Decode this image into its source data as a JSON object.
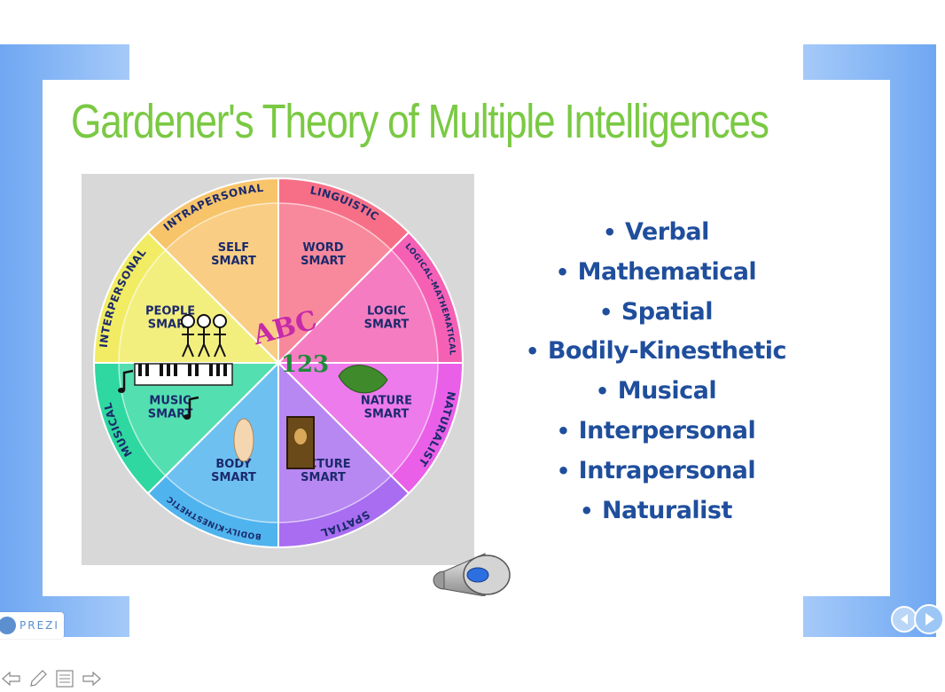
{
  "slide": {
    "title": "Gardener's Theory of Multiple Intelligences",
    "bullets": [
      "Verbal",
      "Mathematical",
      "Spatial",
      "Bodily-Kinesthetic",
      "Musical",
      "Interpersonal",
      "Intrapersonal",
      "Naturalist"
    ],
    "bullet_color": "#1f4e9c",
    "title_color": "#7ac943"
  },
  "wheel": {
    "segments": [
      {
        "outer": "LINGUISTIC",
        "inner1": "WORD",
        "inner2": "SMART",
        "color": "#f76f87"
      },
      {
        "outer": "LOGICAL-MATHEMATICAL",
        "inner1": "LOGIC",
        "inner2": "SMART",
        "color": "#f560b5"
      },
      {
        "outer": "NATURALIST",
        "inner1": "NATURE",
        "inner2": "SMART",
        "color": "#e95fe8"
      },
      {
        "outer": "SPATIAL",
        "inner1": "PICTURE",
        "inner2": "SMART",
        "color": "#a86df0"
      },
      {
        "outer": "BODILY-KINESTHETIC",
        "inner1": "BODY",
        "inner2": "SMART",
        "color": "#4fb3ee"
      },
      {
        "outer": "MUSICAL",
        "inner1": "MUSIC",
        "inner2": "SMART",
        "color": "#2fd8a0"
      },
      {
        "outer": "INTERPERSONAL",
        "inner1": "PEOPLE",
        "inner2": "SMART",
        "color": "#f1ec63"
      },
      {
        "outer": "INTRAPERSONAL",
        "inner1": "SELF",
        "inner2": "SMART",
        "color": "#f8c46a"
      }
    ],
    "center_letters": "ABC",
    "center_numbers": "123"
  },
  "branding": {
    "prezi_label": "PREZI"
  },
  "icons": {
    "speaker": "speaker-icon",
    "prev": "arrow-left-icon",
    "next": "arrow-right-icon",
    "edit": "pencil-icon",
    "menu": "menu-icon"
  }
}
